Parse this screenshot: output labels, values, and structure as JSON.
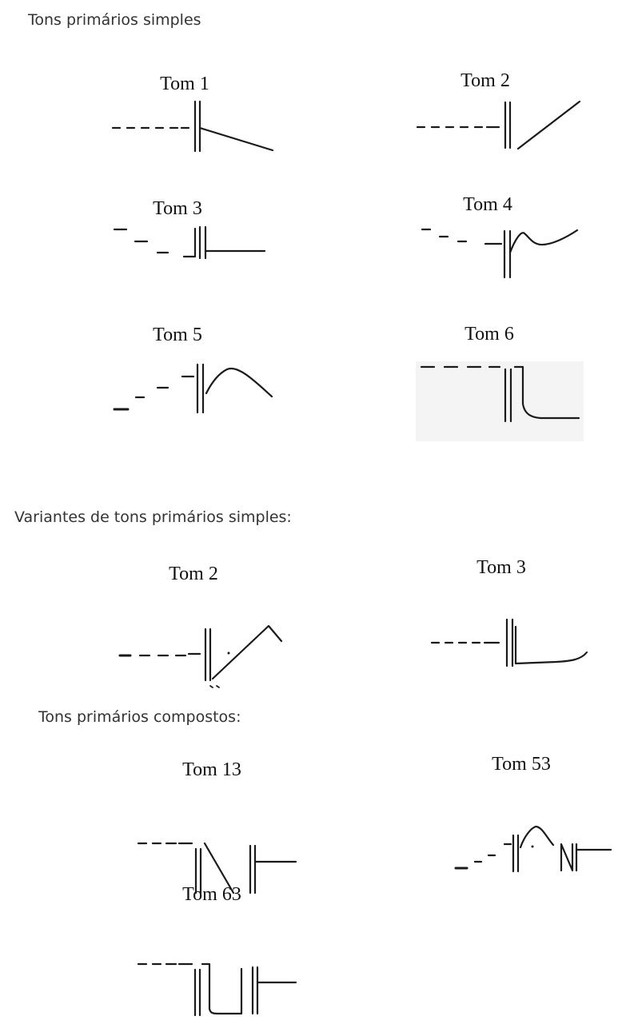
{
  "sections": {
    "simple_title": "Tons primários simples",
    "variants_title": "Variantes de tons primários simples:",
    "compound_title": "Tons primários compostos:"
  },
  "tones": {
    "simple": [
      {
        "label": "Tom 1"
      },
      {
        "label": "Tom 2"
      },
      {
        "label": "Tom 3"
      },
      {
        "label": "Tom 4"
      },
      {
        "label": "Tom 5"
      },
      {
        "label": "Tom 6"
      }
    ],
    "variants": [
      {
        "label": "Tom 2"
      },
      {
        "label": "Tom 3"
      }
    ],
    "compound": [
      {
        "label": "Tom 13"
      },
      {
        "label": "Tom 53"
      },
      {
        "label": "Tom 63"
      }
    ]
  }
}
